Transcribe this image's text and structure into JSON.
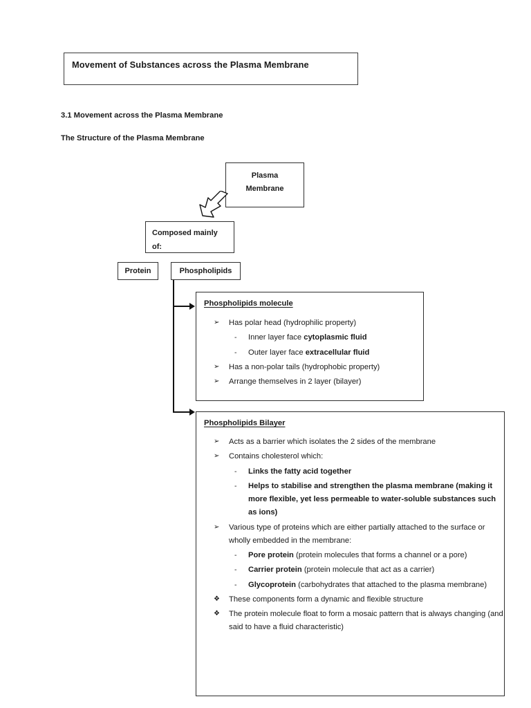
{
  "document": {
    "title_box": {
      "text": "Movement of Substances across the Plasma Membrane"
    },
    "headings": {
      "section": "3.1 Movement across the Plasma Membrane",
      "subsection": "The Structure of the Plasma Membrane"
    }
  },
  "flowchart": {
    "plasma_membrane_box": {
      "line1": "Plasma",
      "line2": "Membrane"
    },
    "composed_box": {
      "line1": "Composed mainly",
      "line2": "of:"
    },
    "protein_box": "Protein",
    "phospholipids_box": "Phospholipids",
    "arrow_icon": "block-arrow-down-left"
  },
  "molecule_panel": {
    "heading": "Phospholipids molecule",
    "items": [
      {
        "level": 1,
        "marker": "➢",
        "text": "Has polar head (hydrophilic property)"
      },
      {
        "level": 2,
        "marker": "-",
        "text_regular": "Inner layer face ",
        "text_bold": "cytoplasmic fluid"
      },
      {
        "level": 2,
        "marker": "-",
        "text_regular": "Outer layer face ",
        "text_bold": "extracellular fluid"
      },
      {
        "level": 1,
        "marker": "➢",
        "text": "Has a non-polar tails (hydrophobic property)"
      },
      {
        "level": 1,
        "marker": "➢",
        "text": "Arrange themselves in 2 layer (bilayer)"
      }
    ]
  },
  "bilayer_panel": {
    "heading": "Phospholipids Bilayer",
    "items": [
      {
        "level": 1,
        "marker": "➢",
        "text": "Acts as a barrier which isolates the 2 sides of the membrane"
      },
      {
        "level": 1,
        "marker": "➢",
        "text": "Contains cholesterol which:"
      },
      {
        "level": 2,
        "marker": "-",
        "text_bold": "Links the fatty acid together"
      },
      {
        "level": 2,
        "marker": "-",
        "text_bold": "Helps to stabilise and strengthen the plasma membrane (making it more flexible, yet less permeable to water-soluble substances such as ions)"
      },
      {
        "level": 1,
        "marker": "➢",
        "text": "Various type of proteins which are either partially attached to the surface or wholly embedded in the membrane:"
      },
      {
        "level": 2,
        "marker": "-",
        "text_bold": "Pore protein",
        "text_regular": " (protein molecules that forms a channel or a pore)"
      },
      {
        "level": 2,
        "marker": "-",
        "text_bold": "Carrier protein",
        "text_regular": " (protein molecule that act as a carrier)"
      },
      {
        "level": 2,
        "marker": "-",
        "text_bold": "Glycoprotein",
        "text_regular": " (carbohydrates that attached to the plasma membrane)"
      },
      {
        "level": "D",
        "marker": "❖",
        "text": "These components form a dynamic and flexible structure"
      },
      {
        "level": "D",
        "marker": "❖",
        "text": "The protein molecule float to form a mosaic pattern that is always changing (and said to have a fluid characteristic)"
      }
    ]
  },
  "colors": {
    "page_background": "#ffffff",
    "text": "#1a1a1a",
    "border": "#2e2e2e",
    "connector": "#111111"
  }
}
